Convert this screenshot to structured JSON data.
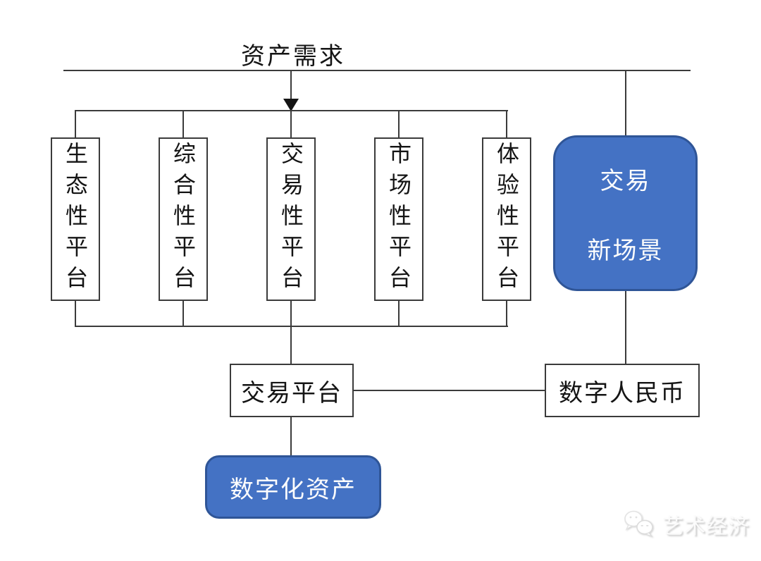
{
  "diagram": {
    "title": "资产需求",
    "platforms": [
      {
        "label": "生态性平台"
      },
      {
        "label": "综合性平台"
      },
      {
        "label": "交易性平台"
      },
      {
        "label": "市场性平台"
      },
      {
        "label": "体验性平台"
      }
    ],
    "trading_platform_label": "交易平台",
    "digital_rmb_label": "数字人民币",
    "digital_assets_label": "数字化资产",
    "new_scenario": {
      "line1": "交易",
      "line2": "新场景"
    },
    "colors": {
      "accent_blue": "#4472C4",
      "accent_blue_border": "#2F5597",
      "line_color": "#3B3B3B"
    }
  },
  "watermark": {
    "brand": "艺术经济",
    "icon": "wechat-icon"
  }
}
